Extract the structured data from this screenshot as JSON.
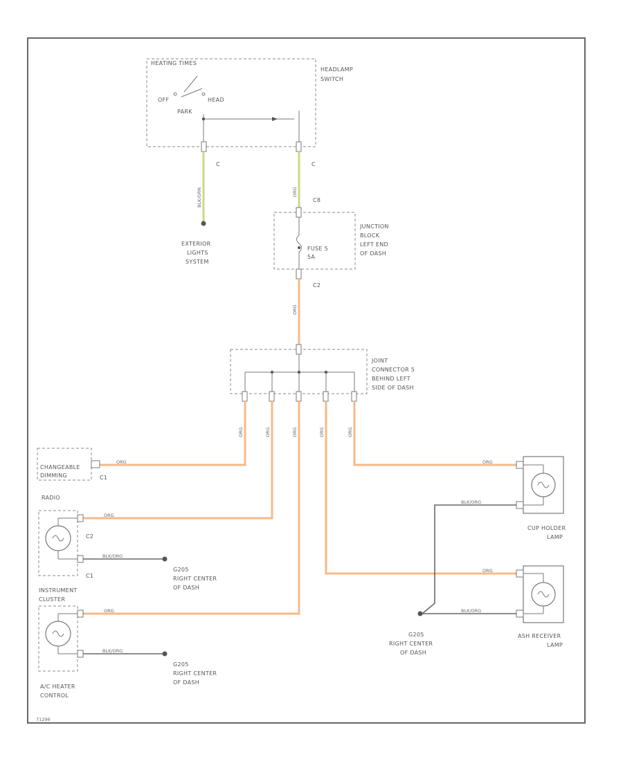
{
  "diagram": {
    "headlamp_switch": {
      "box_title": "HEATING TIMES",
      "label_lines": [
        "HEADLAMP",
        "SWITCH"
      ],
      "positions": {
        "off": "OFF",
        "park": "PARK",
        "head": "HEAD"
      },
      "connector_left": "C",
      "connector_right": "C"
    },
    "exterior_lights": {
      "label_lines": [
        "EXTERIOR",
        "LIGHTS",
        "SYSTEM"
      ]
    },
    "junction_block": {
      "label_lines": [
        "JUNCTION",
        "BLOCK",
        "LEFT END",
        "OF DASH"
      ],
      "fuse_label": "FUSE 5",
      "fuse_rating": "5A",
      "connector_top": "C8",
      "connector_bottom": "C2"
    },
    "joint_connector": {
      "label_lines": [
        "JOINT",
        "CONNECTOR 5",
        "BEHIND LEFT",
        "SIDE OF DASH"
      ]
    },
    "changeable_dimming": {
      "label_lines": [
        "CHANGEABLE",
        "DIMMING"
      ],
      "connector": "C1"
    },
    "radio": {
      "label": "RADIO",
      "connector": "C2"
    },
    "instrument_cluster": {
      "label_lines": [
        "INSTRUMENT",
        "CLUSTER"
      ],
      "connector": "C1"
    },
    "ac_heater_control": {
      "label_lines": [
        "A/C HEATER",
        "CONTROL"
      ]
    },
    "cup_holder_lamp": {
      "label_lines": [
        "CUP HOLDER",
        "LAMP"
      ]
    },
    "ash_receiver_lamp": {
      "label_lines": [
        "ASH RECEIVER",
        "LAMP"
      ]
    },
    "ground_right_a": {
      "label_lines": [
        "G205",
        "RIGHT CENTER",
        "OF DASH"
      ]
    },
    "ground_right_b": {
      "label_lines": [
        "G205",
        "RIGHT CENTER",
        "OF DASH"
      ]
    },
    "ground_right_c": {
      "label_lines": [
        "G205",
        "RIGHT CENTER",
        "OF DASH"
      ]
    },
    "wire_colors": {
      "org": "ORG",
      "blk_org": "BLK/ORG",
      "blk_grn": "BLK/GRN",
      "org_alt": "ORG"
    },
    "footer_code": "71296",
    "colors": {
      "org_wire": "#f5b98a",
      "grn_wire": "#c8da88",
      "blk_wire": "#666666"
    }
  }
}
